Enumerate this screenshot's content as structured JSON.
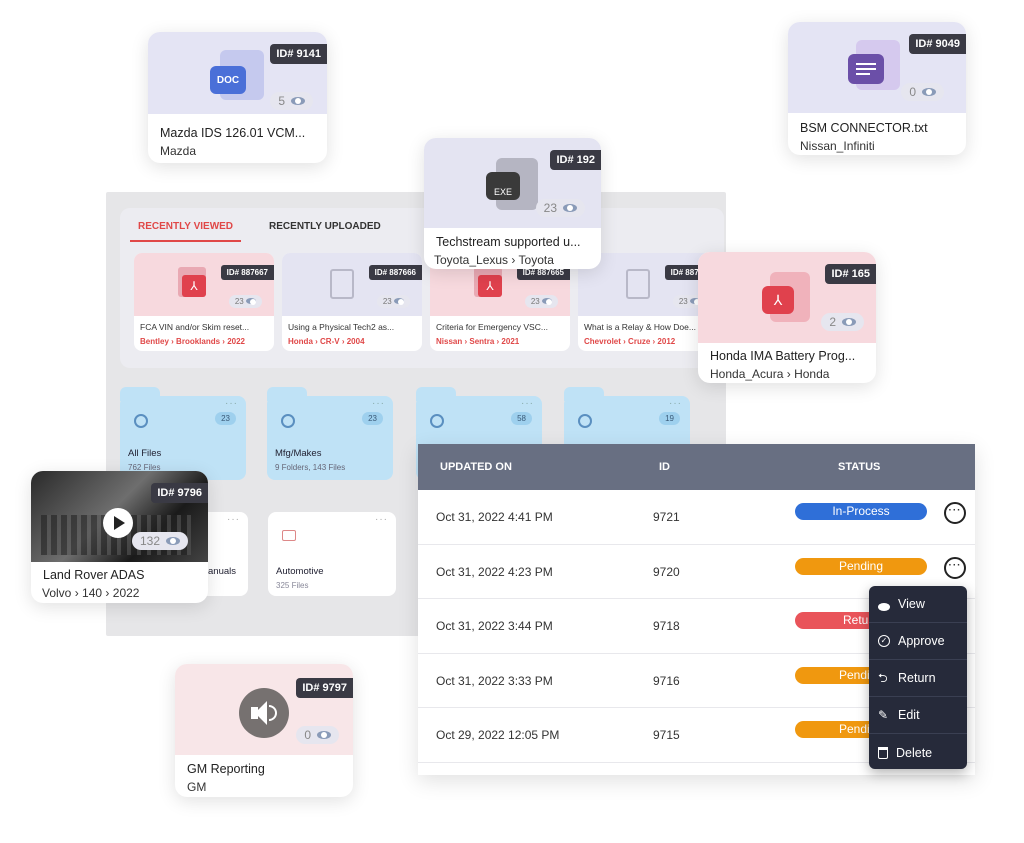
{
  "panel": {
    "tabs": [
      {
        "label": "RECENTLY VIEWED",
        "active": true
      },
      {
        "label": "RECENTLY UPLOADED",
        "active": false
      }
    ],
    "recent_cards": [
      {
        "id": "ID# 887667",
        "views": "23",
        "title": "FCA VIN and/or Skim reset...",
        "crumbs": [
          "Bentley",
          "Brooklands",
          "2022"
        ],
        "theme": "pink"
      },
      {
        "id": "ID# 887666",
        "views": "23",
        "title": "Using a Physical Tech2 as...",
        "crumbs": [
          "Honda",
          "CR-V",
          "2004"
        ],
        "theme": "lavender"
      },
      {
        "id": "ID# 887665",
        "views": "23",
        "title": "Criteria for Emergency VSC...",
        "crumbs": [
          "Nissan",
          "Sentra",
          "2021"
        ],
        "theme": "pink"
      },
      {
        "id": "ID# 887664",
        "views": "23",
        "title": "What is a Relay & How Doe...",
        "crumbs": [
          "Chevrolet",
          "Cruze",
          "2012"
        ],
        "theme": "lavender"
      }
    ],
    "folders": [
      {
        "name": "All Files",
        "meta": "762 Files",
        "views": "23"
      },
      {
        "name": "Mfg/Makes",
        "meta": "9 Folders, 143 Files",
        "views": "23"
      },
      {
        "name": "",
        "meta": "",
        "views": "58"
      },
      {
        "name": "",
        "meta": "",
        "views": "19"
      }
    ],
    "white_folders": [
      {
        "name": "anuals",
        "meta": ""
      },
      {
        "name": "Automotive",
        "meta": "325 Files"
      }
    ]
  },
  "floating_cards": {
    "mazda": {
      "id": "ID# 9141",
      "views": "5",
      "title": "Mazda IDS 126.01 VCM...",
      "sub": "Mazda",
      "badge": "DOC"
    },
    "bsm": {
      "id": "ID# 9049",
      "views": "0",
      "title": "BSM CONNECTOR.txt",
      "sub": "Nissan_Infiniti"
    },
    "techstream": {
      "id": "ID# 192",
      "views": "23",
      "title": "Techstream supported u...",
      "sub_a": "Toyota_Lexus",
      "sub_b": "Toyota",
      "badge": "EXE"
    },
    "honda": {
      "id": "ID# 165",
      "views": "2",
      "title": "Honda IMA Battery Prog...",
      "sub_a": "Honda_Acura",
      "sub_b": "Honda"
    },
    "landrover": {
      "id": "ID# 9796",
      "views": "132",
      "title": "Land Rover ADAS",
      "crumbs": [
        "Volvo",
        "140",
        "2022"
      ]
    },
    "gm": {
      "id": "ID# 9797",
      "views": "0",
      "title": "GM Reporting",
      "sub": "GM"
    }
  },
  "table": {
    "headers": {
      "updated": "UPDATED ON",
      "id": "ID",
      "status": "STATUS"
    },
    "rows": [
      {
        "date": "Oct 31, 2022 4:41 PM",
        "id": "9721",
        "status": "In-Process",
        "color": "#2f6fd8"
      },
      {
        "date": "Oct 31, 2022 4:23 PM",
        "id": "9720",
        "status": "Pending",
        "color": "#f0980f"
      },
      {
        "date": "Oct 31, 2022 3:44 PM",
        "id": "9718",
        "status": "Return",
        "color": "#e9545a"
      },
      {
        "date": "Oct 31, 2022 3:33 PM",
        "id": "9716",
        "status": "Pending",
        "color": "#f0980f"
      },
      {
        "date": "Oct 29, 2022 12:05 PM",
        "id": "9715",
        "status": "Pending",
        "color": "#f0980f"
      }
    ],
    "more_glyph": "···"
  },
  "context_menu": {
    "items": [
      {
        "label": "View",
        "icon": "eye-icon"
      },
      {
        "label": "Approve",
        "icon": "check-circle-icon"
      },
      {
        "label": "Return",
        "icon": "return-arrow-icon"
      },
      {
        "label": "Edit",
        "icon": "pencil-icon"
      },
      {
        "label": "Delete",
        "icon": "trash-icon"
      }
    ]
  },
  "colors": {
    "accent_red": "#e04848",
    "table_header": "#686f82",
    "menu_bg": "#262a3a",
    "folder_blue": "#bfe2f6"
  },
  "glyphs": {
    "sep": "›",
    "dots": "···"
  }
}
